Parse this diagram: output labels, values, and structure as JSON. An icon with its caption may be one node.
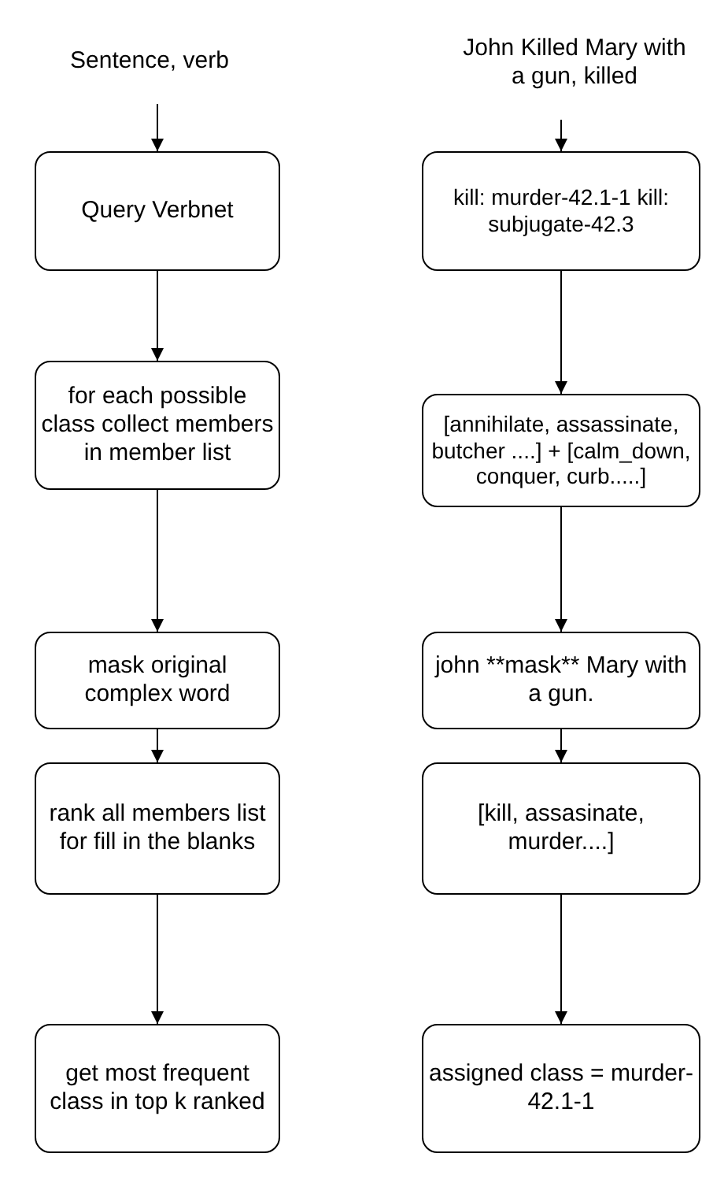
{
  "diagram": {
    "nodes": [
      {
        "text": [
          "Sentence, verb"
        ]
      },
      {
        "text": [
          "Query Verbnet"
        ]
      },
      {
        "text": [
          "for each possible class collect members in member list"
        ]
      },
      {
        "text": [
          "mask original complex word"
        ]
      },
      {
        "text": [
          "rank all members list for fill in the blanks"
        ]
      },
      {
        "text": [
          "get most frequent class in top k ranked"
        ]
      },
      {
        "text": [
          "John Killed Mary with a gun, killed"
        ]
      },
      {
        "text": [
          "kill: murder-42.1-1 kill: subjugate-42.3"
        ]
      },
      {
        "text": [
          "[annihilate, assassinate, butcher ....] + [calm_down, conquer, curb.....]"
        ]
      },
      {
        "text": [
          "john **mask** Mary with a gun."
        ]
      },
      {
        "text": [
          "[kill, assasinate, murder....]"
        ]
      },
      {
        "text": [
          "assigned class = murder-42.1-1"
        ]
      }
    ],
    "edges": [
      {
        "from": 0,
        "to": 1,
        "arrow": "to"
      },
      {
        "from": 1,
        "to": 2,
        "arrow": "to"
      },
      {
        "from": 2,
        "to": 3,
        "arrow": "to"
      },
      {
        "from": 3,
        "to": 4,
        "arrow": "to"
      },
      {
        "from": 4,
        "to": 5,
        "arrow": "to"
      },
      {
        "from": 6,
        "to": 7,
        "arrow": "to"
      },
      {
        "from": 7,
        "to": 8,
        "arrow": "to"
      },
      {
        "from": 8,
        "to": 9,
        "arrow": "to"
      },
      {
        "from": 9,
        "to": 10,
        "arrow": "to"
      },
      {
        "from": 10,
        "to": 11,
        "arrow": "to"
      }
    ]
  }
}
